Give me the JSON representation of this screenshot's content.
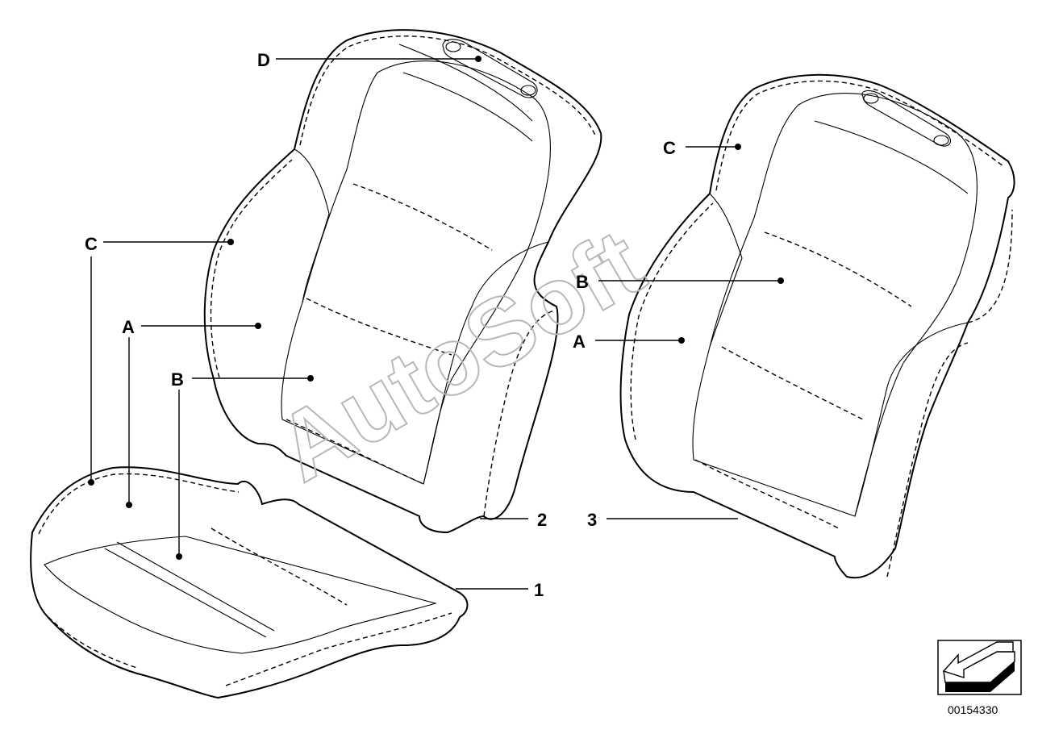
{
  "diagram": {
    "labels": {
      "d_top": "D",
      "c_left": "C",
      "a_left": "A",
      "b_left": "B",
      "c_right": "C",
      "b_right": "B",
      "a_right": "A"
    },
    "parts": {
      "p1": "1",
      "p2": "2",
      "p3": "3"
    },
    "watermark": "AutoSoft",
    "part_number": "00154330",
    "icons": [
      "arrow-direction-icon"
    ]
  }
}
